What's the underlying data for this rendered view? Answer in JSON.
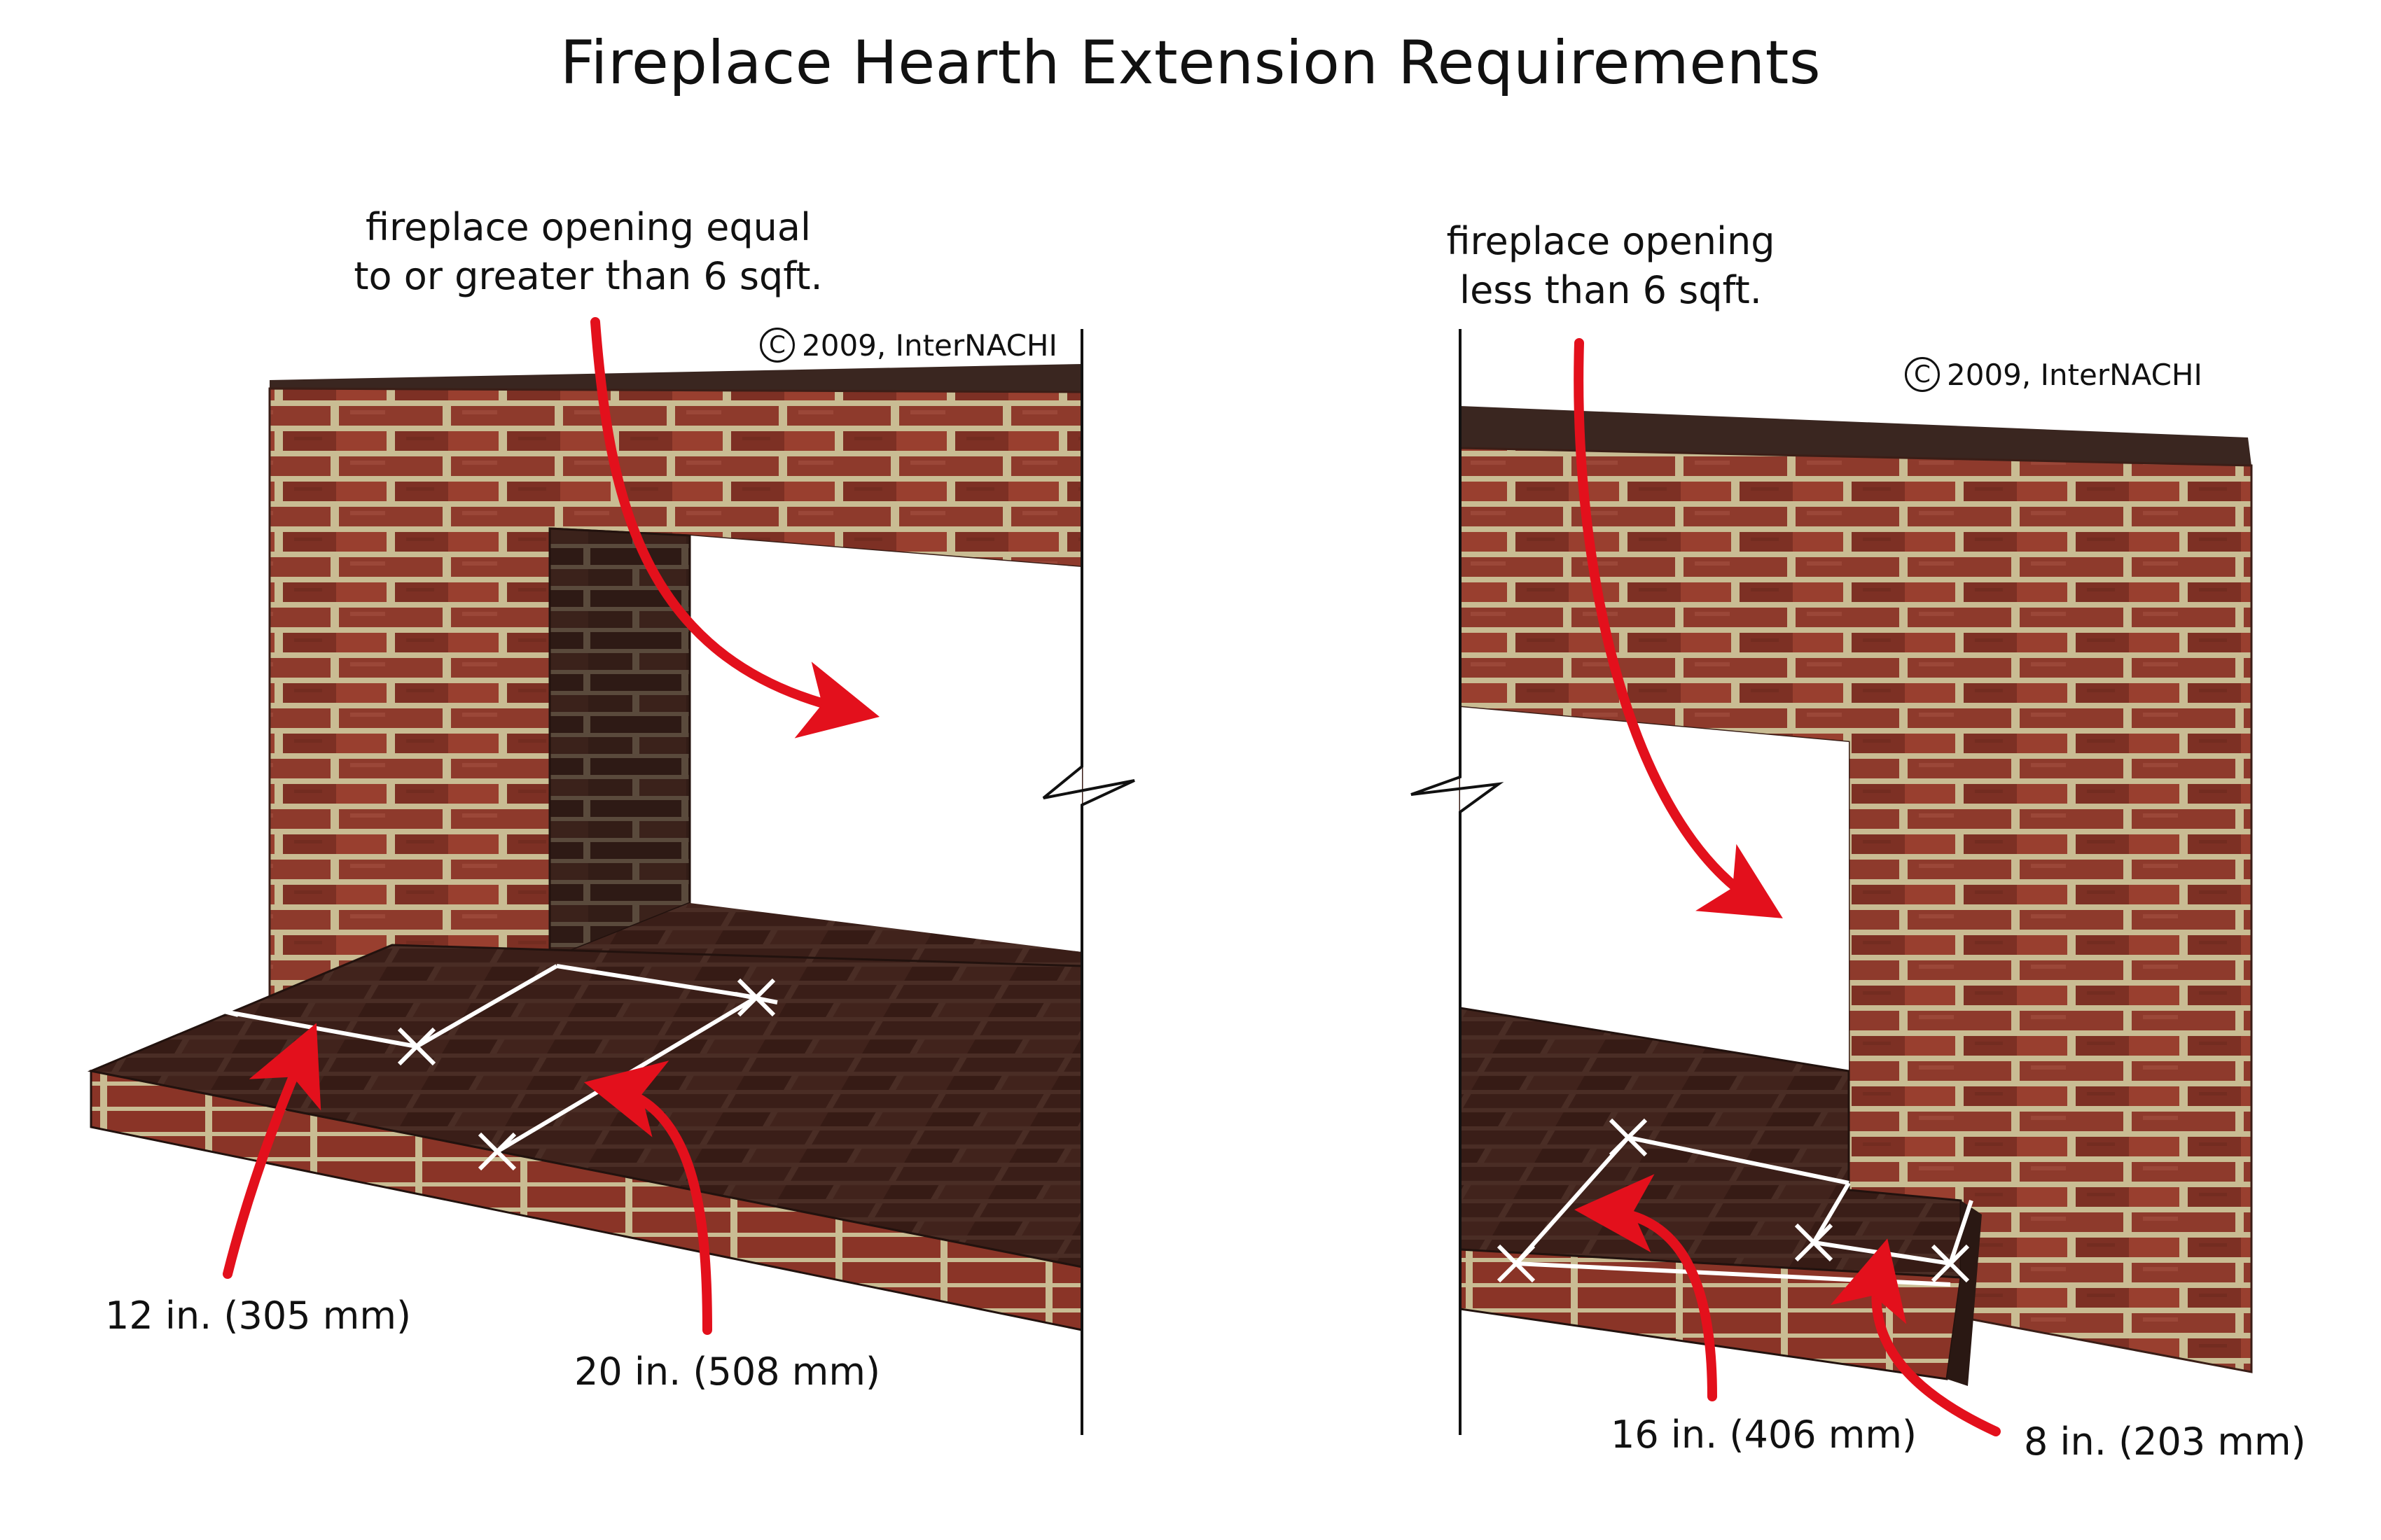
{
  "title": "Fireplace Hearth Extension Requirements",
  "colors": {
    "brick": "#8e3a2c",
    "brick_dark": "#3a1e17",
    "mortar": "#cdbf98",
    "arrow": "#e3101c",
    "dimension": "#ffffff"
  },
  "left": {
    "opening_label_line1": "fireplace opening equal",
    "opening_label_line2": "to or greater than 6 sqft.",
    "copyright_symbol": "C",
    "copyright": "2009, InterNACHI",
    "dim_side": "12 in. (305 mm)",
    "dim_front": "20 in. (508 mm)"
  },
  "right": {
    "opening_label_line1": "fireplace opening",
    "opening_label_line2": "less than 6 sqft.",
    "copyright_symbol": "C",
    "copyright": "2009, InterNACHI",
    "dim_front": "16 in. (406 mm)",
    "dim_side": "8 in. (203 mm)"
  }
}
